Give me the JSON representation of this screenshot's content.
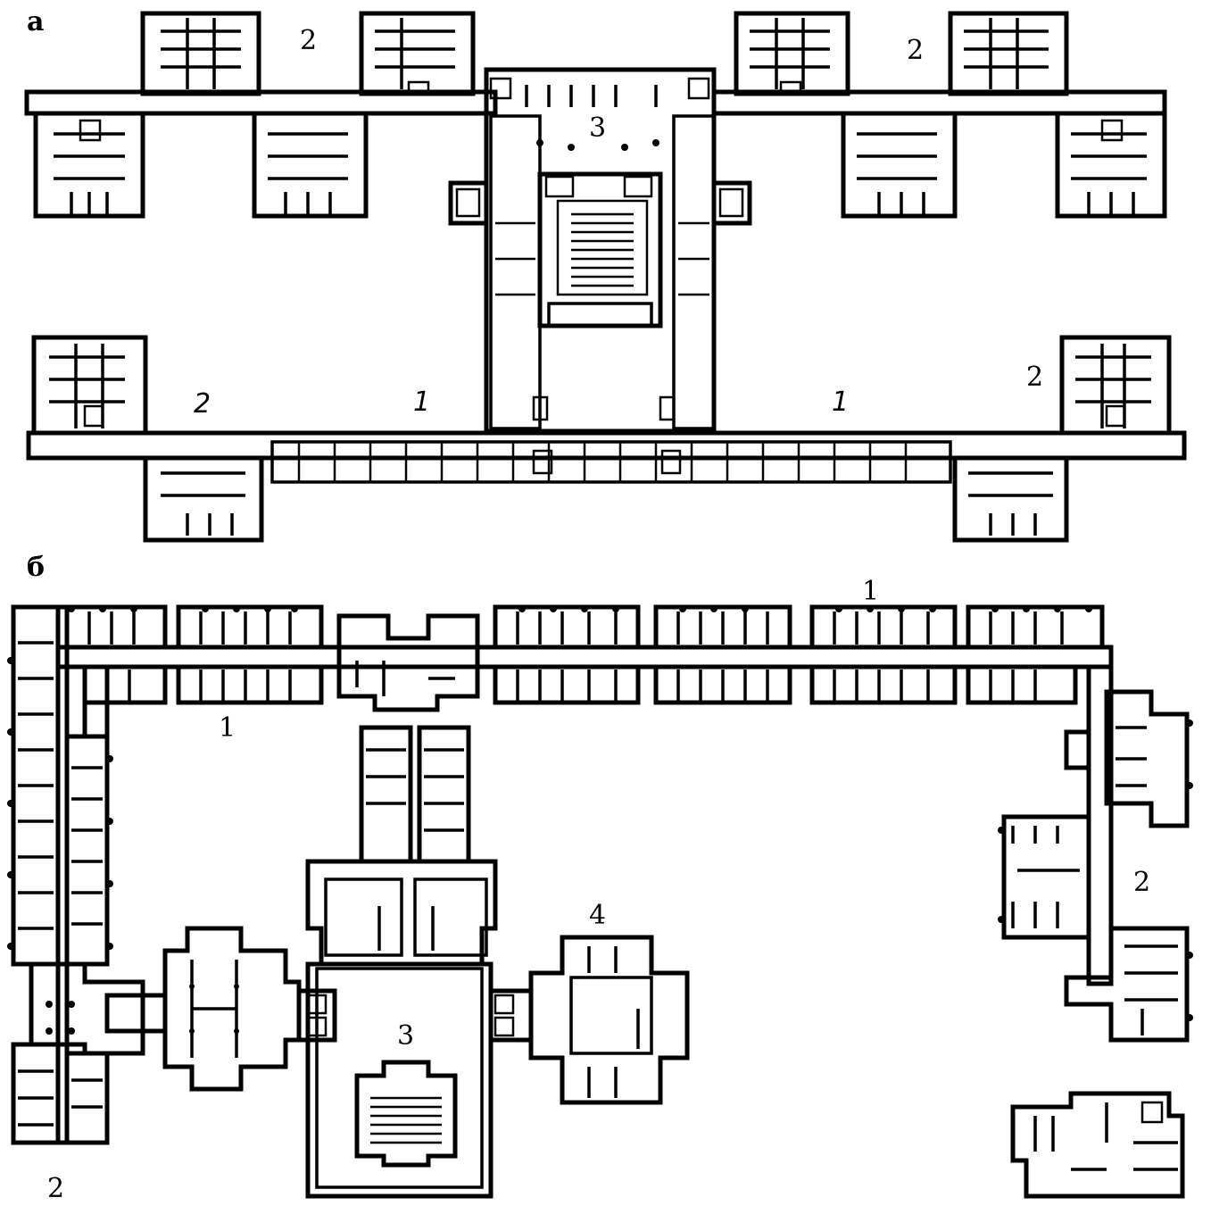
{
  "plan_a": {
    "letter": "а",
    "labels": [
      {
        "id": "a-2-top-left",
        "text": "2"
      },
      {
        "id": "a-2-top-right",
        "text": "2"
      },
      {
        "id": "a-3",
        "text": "3"
      },
      {
        "id": "a-2-bottom-left",
        "text": "2"
      },
      {
        "id": "a-1-left",
        "text": "1"
      },
      {
        "id": "a-1-right",
        "text": "1"
      },
      {
        "id": "a-2-bottom-right",
        "text": "2"
      }
    ]
  },
  "plan_b": {
    "letter": "б",
    "labels": [
      {
        "id": "b-1-top",
        "text": "1"
      },
      {
        "id": "b-1-inner",
        "text": "1"
      },
      {
        "id": "b-2-right",
        "text": "2"
      },
      {
        "id": "b-4",
        "text": "4"
      },
      {
        "id": "b-3",
        "text": "3"
      },
      {
        "id": "b-2-bottom",
        "text": "2"
      }
    ]
  }
}
